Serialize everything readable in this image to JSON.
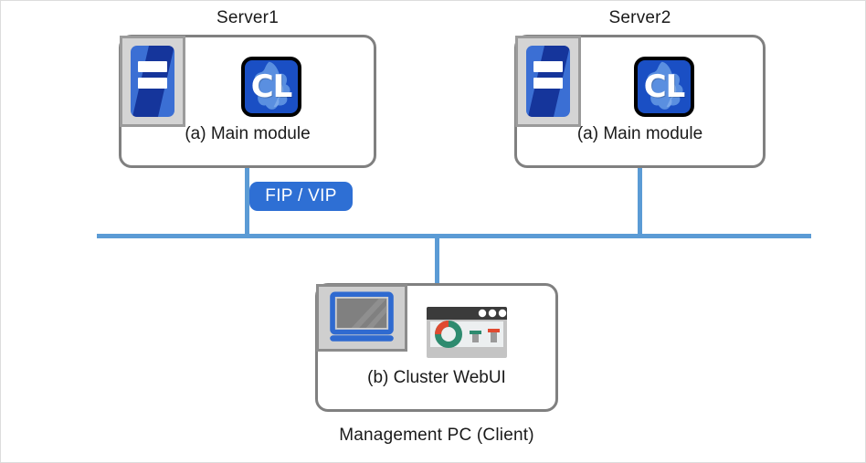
{
  "diagram": {
    "title_server1": "Server1",
    "title_server2": "Server2",
    "label_management_pc": "Management PC (Client)",
    "node_main_module_1": "(a) Main module",
    "node_main_module_2": "(a) Main module",
    "node_cluster_webui": "(b) Cluster WebUI",
    "badge_fip_vip": "FIP / VIP",
    "cl_logo_text_1": "CL",
    "cl_logo_text_2": "CL"
  },
  "colors": {
    "network_line": "#5b9bd5",
    "box_border": "#808080",
    "badge_bg": "#2e6fd4",
    "server_blue": "#3b6fd4",
    "server_blue_dark": "#15359b",
    "cl_blue": "#1a4fc4",
    "cl_splash": "#5a8fe0",
    "laptop_blue": "#2f6ad0",
    "browser_titlebar": "#3b3b3b",
    "donut_green": "#2e8b6f",
    "donut_red": "#e04a30",
    "canvas_border": "#dcdcdc"
  }
}
